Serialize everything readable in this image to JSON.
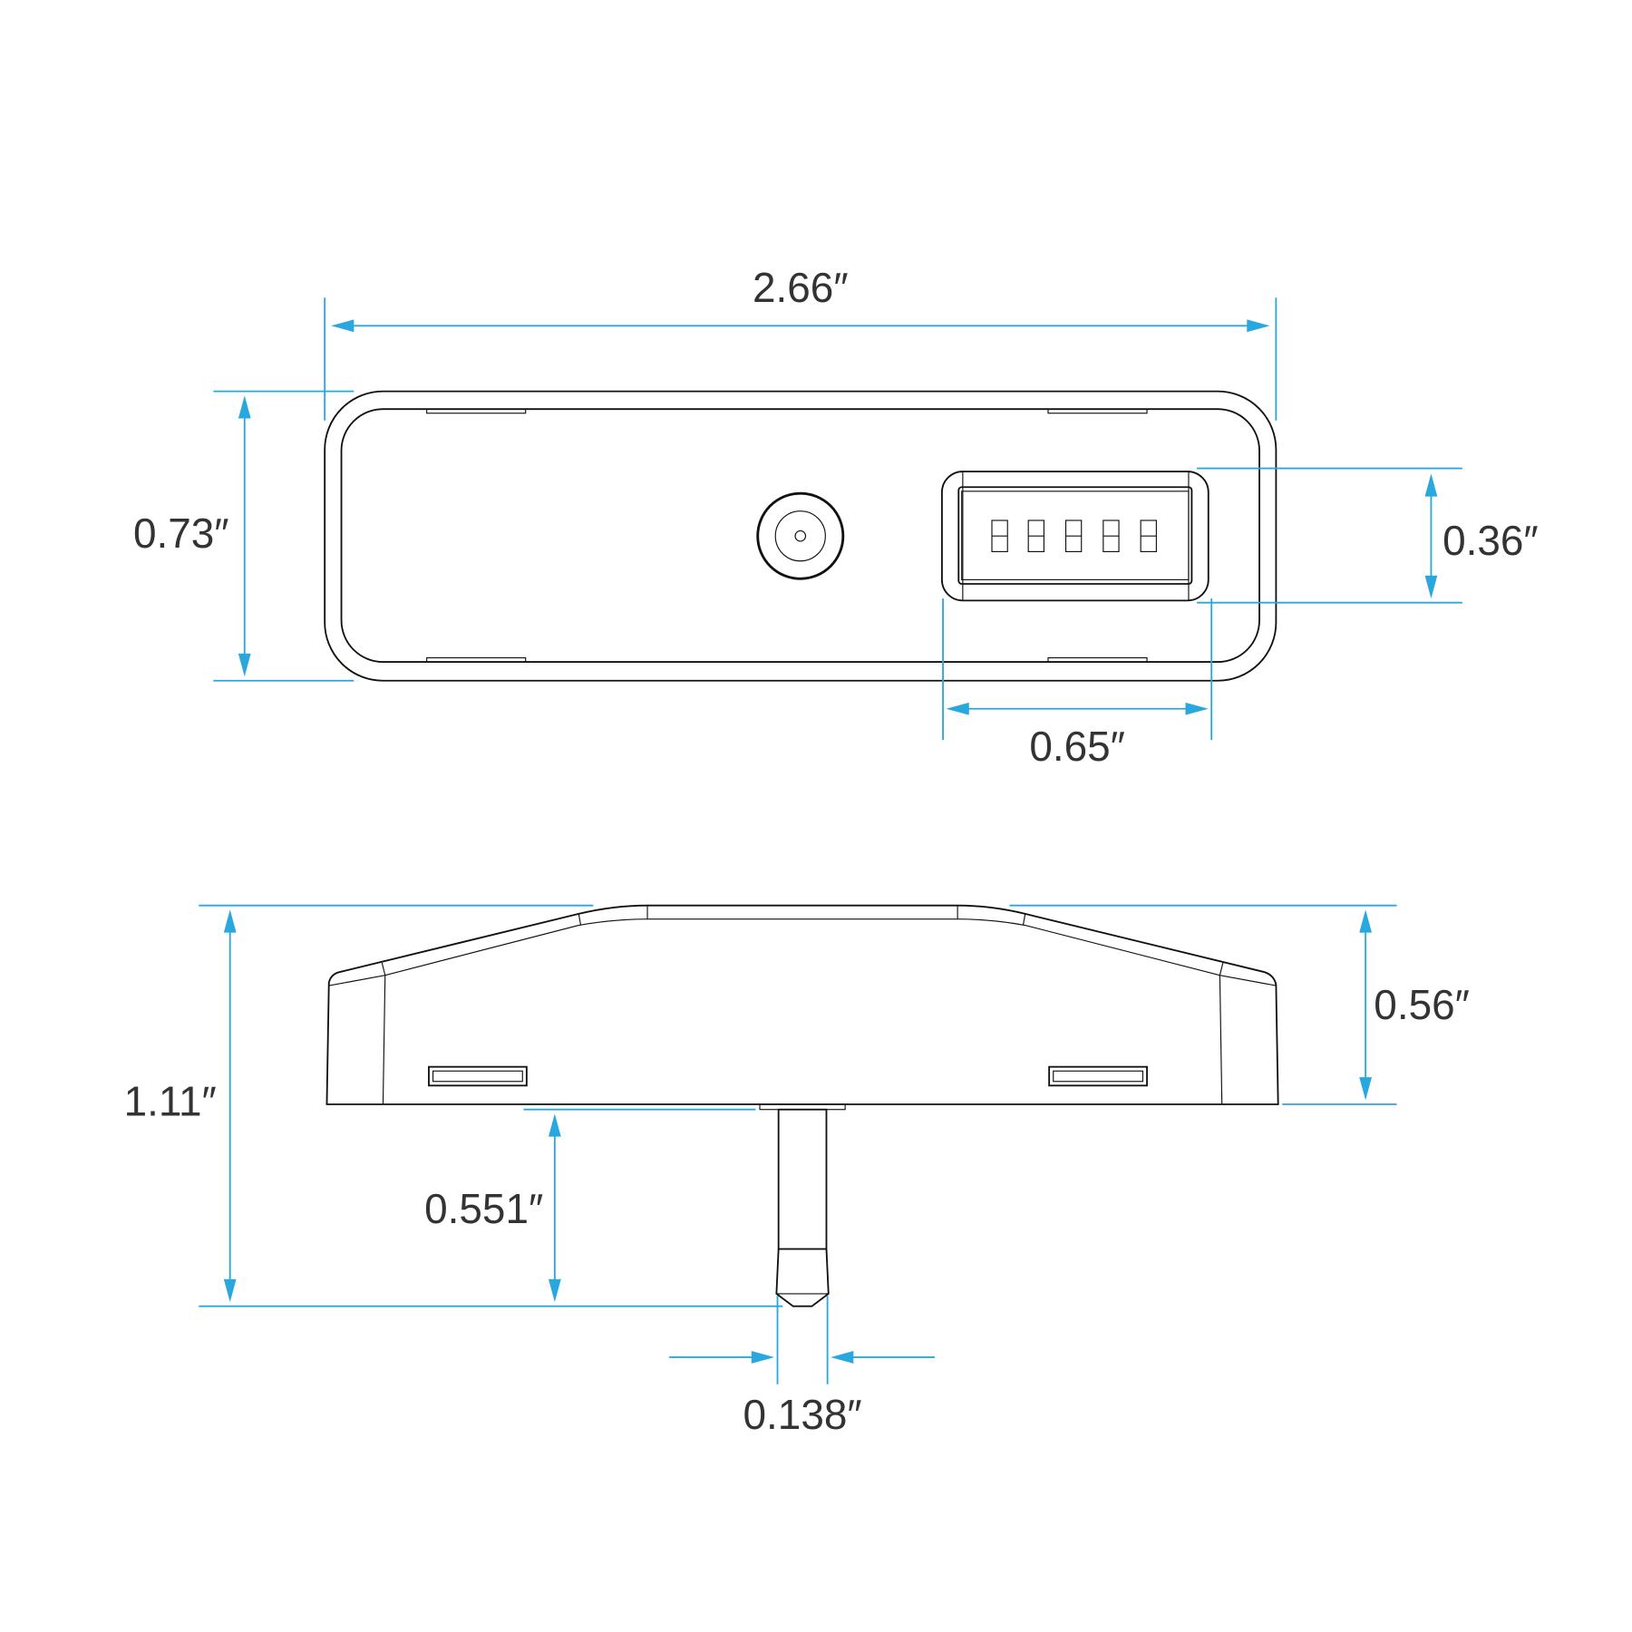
{
  "dimensions": {
    "top_width": "2.66″",
    "top_height": "0.73″",
    "display_height": "0.36″",
    "display_width": "0.65″",
    "side_body_height": "0.56″",
    "total_height": "1.11″",
    "pin_length": "0.551″",
    "pin_diameter": "0.138″"
  },
  "colors": {
    "dimension_line": "#29a8e0",
    "outline": "#111111",
    "text": "#333333"
  }
}
